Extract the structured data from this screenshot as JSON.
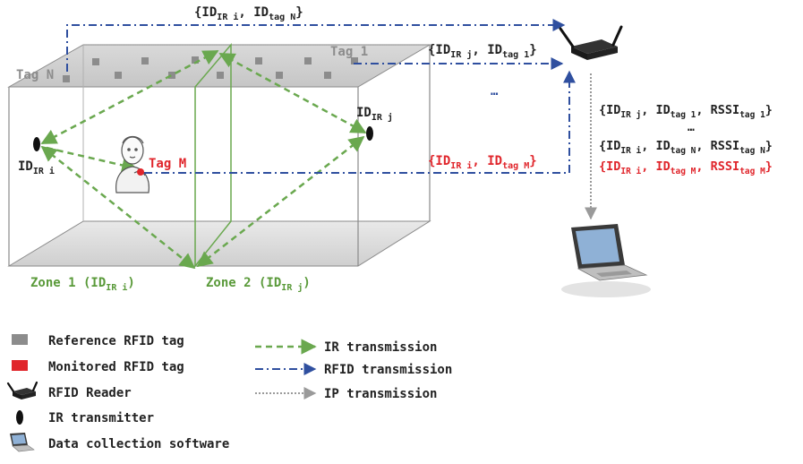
{
  "labels": {
    "tag_n": "Tag N",
    "tag_1": "Tag 1",
    "tag_m": "Tag M",
    "ir_i": {
      "base": "ID",
      "sub": "IR i"
    },
    "ir_j": {
      "base": "ID",
      "sub": "IR j"
    },
    "zone1": {
      "a": "Zone 1 (ID",
      "sub": "IR i",
      "b": ")"
    },
    "zone2": {
      "a": "Zone 2 (ID",
      "sub": "IR j",
      "b": ")"
    },
    "msg_top": {
      "open": "{ID",
      "s1": "IR i",
      "mid": ", ID",
      "s2": "tag N",
      "close": "}"
    },
    "msg_tag1": {
      "open": "{ID",
      "s1": "IR j",
      "mid": ", ID",
      "s2": "tag 1",
      "close": "}"
    },
    "msg_dots": "…",
    "msg_red": {
      "open": "{ID",
      "s1": "IR i",
      "mid": ", ID",
      "s2": "tag M",
      "close": "}"
    },
    "reader_line1": {
      "open": "{ID",
      "s1": "IR j",
      "mid1": ", ID",
      "s2": "tag 1",
      "mid2": ", RSSI",
      "s3": "tag 1",
      "close": "}"
    },
    "reader_dots": "…",
    "reader_line2": {
      "open": "{ID",
      "s1": "IR i",
      "mid1": ", ID",
      "s2": "tag N",
      "mid2": ", RSSI",
      "s3": "tag N",
      "close": "}"
    },
    "reader_line3": {
      "open": "{ID",
      "s1": "IR i",
      "mid1": ", ID",
      "s2": "tag M",
      "mid2": ", RSSI",
      "s3": "tag M",
      "close": "}"
    }
  },
  "legend": {
    "reference_tag": "Reference RFID tag",
    "monitored_tag": "Monitored RFID tag",
    "reader": "RFID Reader",
    "ir_transmitter": "IR transmitter",
    "software": "Data collection software",
    "ir_transmission": "IR transmission",
    "rfid_transmission": "RFID transmission",
    "ip_transmission": "IP transmission"
  },
  "colors": {
    "ir_green": "#6aa84f",
    "rfid_blue": "#2f4f9f",
    "ip_grey": "#9a9a9a",
    "monitored_red": "#e0252b",
    "reference_grey": "#8c8c8c",
    "zone_label_green": "#5a9a3a"
  },
  "icons": [
    "person-icon",
    "rfid-reader-icon",
    "laptop-icon",
    "ir-transmitter-icon"
  ]
}
